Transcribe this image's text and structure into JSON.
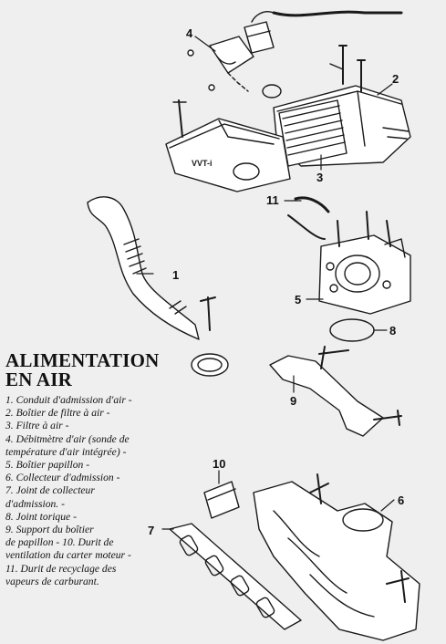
{
  "title": {
    "line1": "ALIMENTATION",
    "line2": "EN AIR"
  },
  "legend": [
    "1. Conduit d'admission d'air -",
    "2. Boîtier de filtre à air -",
    "3. Filtre à air -",
    "4. Débitmètre d'air (sonde de",
    "température d'air intégrée) -",
    "5. Boîtier papillon -",
    "6. Collecteur d'admission -",
    "7. Joint de collecteur",
    "d'admission. -",
    "8. Joint torique -",
    "9. Support du boîtier",
    "de papillon - 10. Durit de",
    "ventilation du carter moteur -",
    "11. Durit de recyclage des",
    "vapeurs de carburant."
  ],
  "callouts": [
    "1",
    "2",
    "3",
    "4",
    "5",
    "6",
    "7",
    "8",
    "9",
    "10",
    "11"
  ],
  "housing_mark": "VVT-i"
}
